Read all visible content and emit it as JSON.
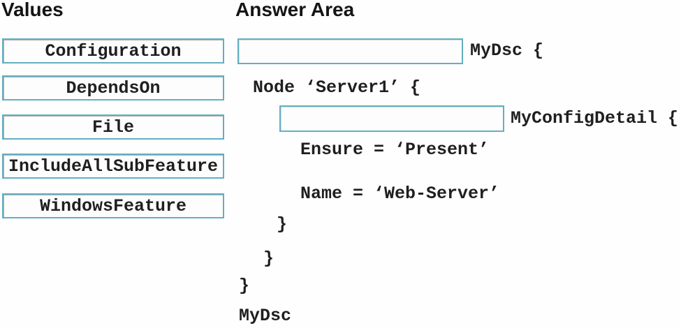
{
  "values_panel": {
    "title": "Values",
    "items": [
      "Configuration",
      "DependsOn",
      "File",
      "IncludeAllSubFeature",
      "WindowsFeature"
    ]
  },
  "answer_area": {
    "title": "Answer Area",
    "line1_suffix": "MyDsc {",
    "line2": "Node ‘Server1’ {",
    "line3_suffix": "MyConfigDetail {",
    "line4": "Ensure = ‘Present’",
    "line5": "Name = ‘Web-Server’",
    "braces": [
      "}",
      "}",
      "}"
    ],
    "footer": "MyDsc"
  },
  "colors": {
    "box_border": "#62afc2",
    "text": "#1f1f1f"
  }
}
